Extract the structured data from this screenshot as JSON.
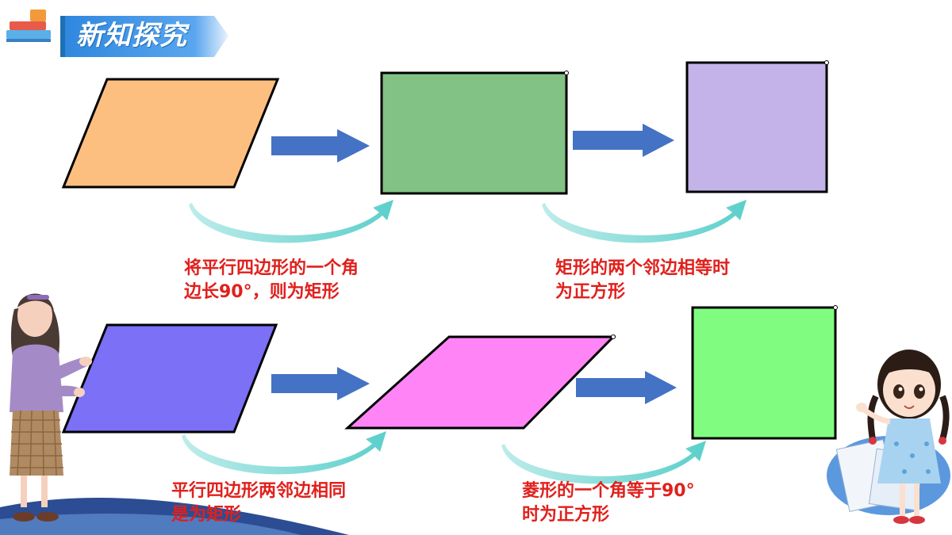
{
  "header": {
    "title": "新知探究"
  },
  "captions": {
    "parallelogram_to_rectangle": [
      "将平行四边形的一个角",
      "边长90°，则为矩形"
    ],
    "rectangle_to_square": [
      "矩形的两个邻边相等时",
      "为正方形"
    ],
    "parallelogram_to_rhombus": [
      "平行四边形两邻边相同",
      "是为矩形"
    ],
    "rhombus_to_square": [
      "菱形的一个角等于90°",
      "时为正方形"
    ]
  },
  "shape_colors": {
    "parallelogram_top": "#fdbf80",
    "rectangle": "#82c284",
    "square_top": "#c4b3e8",
    "parallelogram_bottom": "#7b70f6",
    "rhombus": "#ff85f6",
    "square_bottom": "#80fc80"
  },
  "accent_colors": {
    "arrow_blue": "#4472c4",
    "curve_teal": "#6fd3d0",
    "caption_red": "#e0201c",
    "header_blue": "#2a8ee0"
  }
}
